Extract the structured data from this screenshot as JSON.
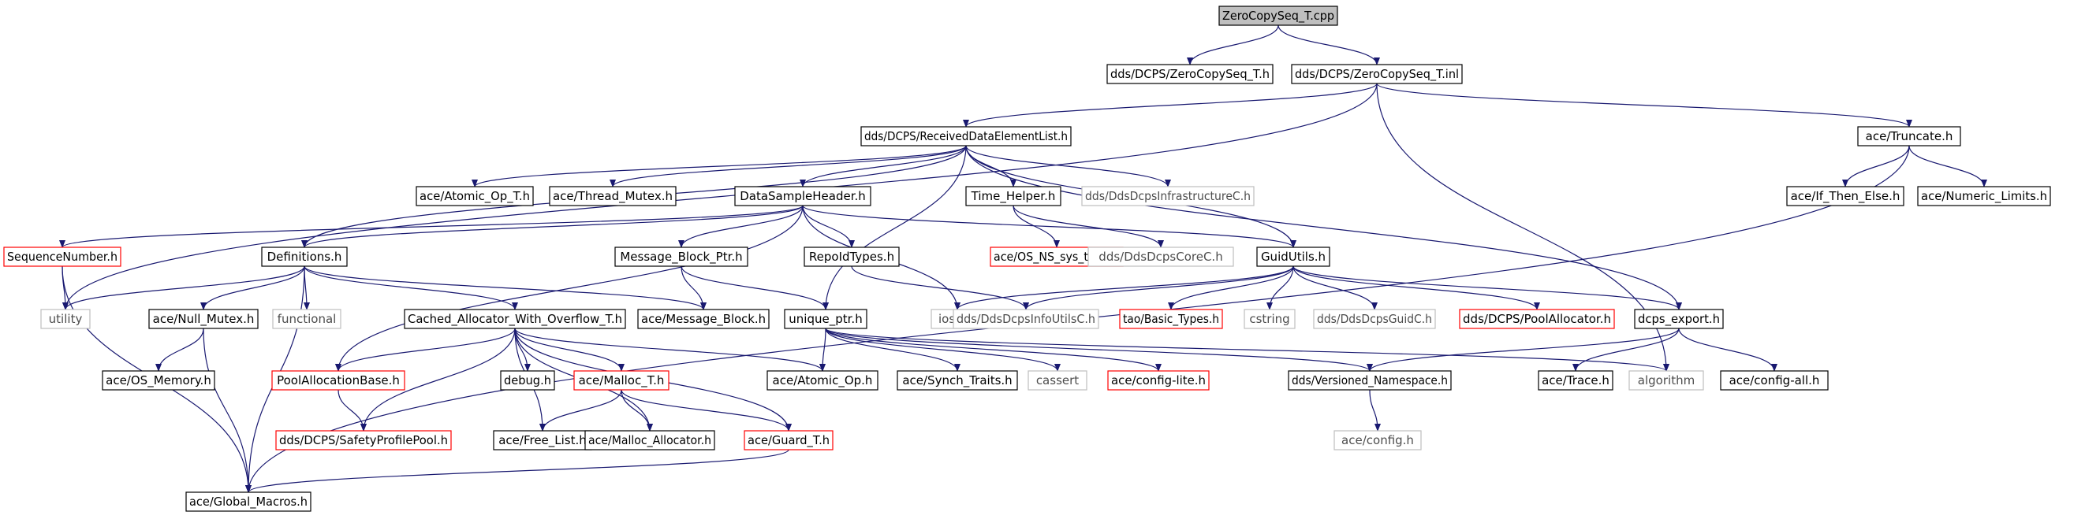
{
  "colors": {
    "edge": "#191970",
    "box_border_black": "#000000",
    "box_border_red": "#ff0000",
    "box_border_gray": "#bfbfbf",
    "root_fill": "#bfbfbf",
    "box_fill": "#ffffff",
    "label_normal": "#000000",
    "label_missing": "#4d4d4d"
  },
  "nodes": [
    {
      "id": "zcs_cpp",
      "label": "ZeroCopySeq_T.cpp",
      "style": "root"
    },
    {
      "id": "zcs_h",
      "label": "dds/DCPS/ZeroCopySeq_T.h",
      "style": "black"
    },
    {
      "id": "zcs_inl",
      "label": "dds/DCPS/ZeroCopySeq_T.inl",
      "style": "black"
    },
    {
      "id": "rdel",
      "label": "dds/DCPS/ReceivedDataElementList.h",
      "style": "black"
    },
    {
      "id": "truncate",
      "label": "ace/Truncate.h",
      "style": "black"
    },
    {
      "id": "atomic_op_t",
      "label": "ace/Atomic_Op_T.h",
      "style": "black"
    },
    {
      "id": "thread_mutex",
      "label": "ace/Thread_Mutex.h",
      "style": "black"
    },
    {
      "id": "dsh",
      "label": "DataSampleHeader.h",
      "style": "black"
    },
    {
      "id": "time_helper",
      "label": "Time_Helper.h",
      "style": "black"
    },
    {
      "id": "infra",
      "label": "dds/DdsDcpsInfrastructureC.h",
      "style": "gray"
    },
    {
      "id": "if_then_else",
      "label": "ace/If_Then_Else.h",
      "style": "black"
    },
    {
      "id": "numeric_limits",
      "label": "ace/Numeric_Limits.h",
      "style": "black"
    },
    {
      "id": "seqnum",
      "label": "SequenceNumber.h",
      "style": "red"
    },
    {
      "id": "definitions",
      "label": "Definitions.h",
      "style": "black"
    },
    {
      "id": "mbp",
      "label": "Message_Block_Ptr.h",
      "style": "black"
    },
    {
      "id": "repoid",
      "label": "RepoIdTypes.h",
      "style": "black"
    },
    {
      "id": "os_ns_sys_time",
      "label": "ace/OS_NS_sys_time.h",
      "style": "red"
    },
    {
      "id": "corec",
      "label": "dds/DdsDcpsCoreC.h",
      "style": "gray"
    },
    {
      "id": "guidutils",
      "label": "GuidUtils.h",
      "style": "black"
    },
    {
      "id": "utility",
      "label": "utility",
      "style": "gray"
    },
    {
      "id": "null_mutex",
      "label": "ace/Null_Mutex.h",
      "style": "black"
    },
    {
      "id": "functional",
      "label": "functional",
      "style": "gray"
    },
    {
      "id": "cawo",
      "label": "Cached_Allocator_With_Overflow_T.h",
      "style": "black"
    },
    {
      "id": "message_block",
      "label": "ace/Message_Block.h",
      "style": "black"
    },
    {
      "id": "unique_ptr",
      "label": "unique_ptr.h",
      "style": "black"
    },
    {
      "id": "iosfwd",
      "label": "iosfwd",
      "style": "gray"
    },
    {
      "id": "infoutils",
      "label": "dds/DdsDcpsInfoUtilsC.h",
      "style": "gray"
    },
    {
      "id": "basic_types",
      "label": "tao/Basic_Types.h",
      "style": "red"
    },
    {
      "id": "cstring",
      "label": "cstring",
      "style": "gray"
    },
    {
      "id": "guidc",
      "label": "dds/DdsDcpsGuidC.h",
      "style": "gray"
    },
    {
      "id": "poolalloc",
      "label": "dds/DCPS/PoolAllocator.h",
      "style": "red"
    },
    {
      "id": "dcps_export",
      "label": "dcps_export.h",
      "style": "black"
    },
    {
      "id": "os_memory",
      "label": "ace/OS_Memory.h",
      "style": "black"
    },
    {
      "id": "pool_alloc_base",
      "label": "PoolAllocationBase.h",
      "style": "red"
    },
    {
      "id": "debug",
      "label": "debug.h",
      "style": "black"
    },
    {
      "id": "malloc_t",
      "label": "ace/Malloc_T.h",
      "style": "red"
    },
    {
      "id": "atomic_op",
      "label": "ace/Atomic_Op.h",
      "style": "black"
    },
    {
      "id": "synch_traits",
      "label": "ace/Synch_Traits.h",
      "style": "black"
    },
    {
      "id": "cassert",
      "label": "cassert",
      "style": "gray"
    },
    {
      "id": "config_lite",
      "label": "ace/config-lite.h",
      "style": "red"
    },
    {
      "id": "versioned_ns",
      "label": "dds/Versioned_Namespace.h",
      "style": "black"
    },
    {
      "id": "trace",
      "label": "ace/Trace.h",
      "style": "black"
    },
    {
      "id": "algorithm",
      "label": "algorithm",
      "style": "gray"
    },
    {
      "id": "config_all",
      "label": "ace/config-all.h",
      "style": "black"
    },
    {
      "id": "safety_pool",
      "label": "dds/DCPS/SafetyProfilePool.h",
      "style": "red"
    },
    {
      "id": "free_list",
      "label": "ace/Free_List.h",
      "style": "black"
    },
    {
      "id": "malloc_allocator",
      "label": "ace/Malloc_Allocator.h",
      "style": "black"
    },
    {
      "id": "guard_t",
      "label": "ace/Guard_T.h",
      "style": "red"
    },
    {
      "id": "config_h",
      "label": "ace/config.h",
      "style": "gray"
    },
    {
      "id": "global_macros",
      "label": "ace/Global_Macros.h",
      "style": "black"
    }
  ],
  "edges": [
    [
      "zcs_cpp",
      "zcs_h"
    ],
    [
      "zcs_cpp",
      "zcs_inl"
    ],
    [
      "zcs_inl",
      "rdel"
    ],
    [
      "zcs_inl",
      "truncate"
    ],
    [
      "zcs_inl",
      "utility"
    ],
    [
      "zcs_inl",
      "algorithm"
    ],
    [
      "rdel",
      "atomic_op_t"
    ],
    [
      "rdel",
      "thread_mutex"
    ],
    [
      "rdel",
      "dsh"
    ],
    [
      "rdel",
      "time_helper"
    ],
    [
      "rdel",
      "infra"
    ],
    [
      "rdel",
      "definitions"
    ],
    [
      "rdel",
      "guidutils"
    ],
    [
      "rdel",
      "unique_ptr"
    ],
    [
      "rdel",
      "dcps_export"
    ],
    [
      "truncate",
      "if_then_else"
    ],
    [
      "truncate",
      "numeric_limits"
    ],
    [
      "truncate",
      "global_macros"
    ],
    [
      "dsh",
      "seqnum"
    ],
    [
      "dsh",
      "definitions"
    ],
    [
      "dsh",
      "mbp"
    ],
    [
      "dsh",
      "repoid"
    ],
    [
      "dsh",
      "guidutils"
    ],
    [
      "dsh",
      "iosfwd"
    ],
    [
      "dsh",
      "pool_alloc_base"
    ],
    [
      "time_helper",
      "os_ns_sys_time"
    ],
    [
      "time_helper",
      "corec"
    ],
    [
      "seqnum",
      "utility"
    ],
    [
      "seqnum",
      "global_macros"
    ],
    [
      "definitions",
      "utility"
    ],
    [
      "definitions",
      "null_mutex"
    ],
    [
      "definitions",
      "functional"
    ],
    [
      "definitions",
      "cawo"
    ],
    [
      "definitions",
      "message_block"
    ],
    [
      "definitions",
      "global_macros"
    ],
    [
      "mbp",
      "message_block"
    ],
    [
      "mbp",
      "unique_ptr"
    ],
    [
      "repoid",
      "infoutils"
    ],
    [
      "guidutils",
      "iosfwd"
    ],
    [
      "guidutils",
      "infoutils"
    ],
    [
      "guidutils",
      "basic_types"
    ],
    [
      "guidutils",
      "cstring"
    ],
    [
      "guidutils",
      "guidc"
    ],
    [
      "guidutils",
      "poolalloc"
    ],
    [
      "guidutils",
      "dcps_export"
    ],
    [
      "null_mutex",
      "os_memory"
    ],
    [
      "null_mutex",
      "global_macros"
    ],
    [
      "cawo",
      "pool_alloc_base"
    ],
    [
      "cawo",
      "safety_pool"
    ],
    [
      "cawo",
      "free_list"
    ],
    [
      "cawo",
      "debug"
    ],
    [
      "cawo",
      "malloc_t"
    ],
    [
      "cawo",
      "malloc_allocator"
    ],
    [
      "cawo",
      "guard_t"
    ],
    [
      "cawo",
      "atomic_op"
    ],
    [
      "unique_ptr",
      "atomic_op"
    ],
    [
      "unique_ptr",
      "synch_traits"
    ],
    [
      "unique_ptr",
      "cassert"
    ],
    [
      "unique_ptr",
      "config_lite"
    ],
    [
      "unique_ptr",
      "versioned_ns"
    ],
    [
      "unique_ptr",
      "algorithm"
    ],
    [
      "dcps_export",
      "versioned_ns"
    ],
    [
      "dcps_export",
      "trace"
    ],
    [
      "dcps_export",
      "config_all"
    ],
    [
      "pool_alloc_base",
      "safety_pool"
    ],
    [
      "malloc_t",
      "free_list"
    ],
    [
      "malloc_t",
      "malloc_allocator"
    ],
    [
      "malloc_t",
      "guard_t"
    ],
    [
      "guard_t",
      "global_macros"
    ],
    [
      "versioned_ns",
      "config_h"
    ]
  ]
}
